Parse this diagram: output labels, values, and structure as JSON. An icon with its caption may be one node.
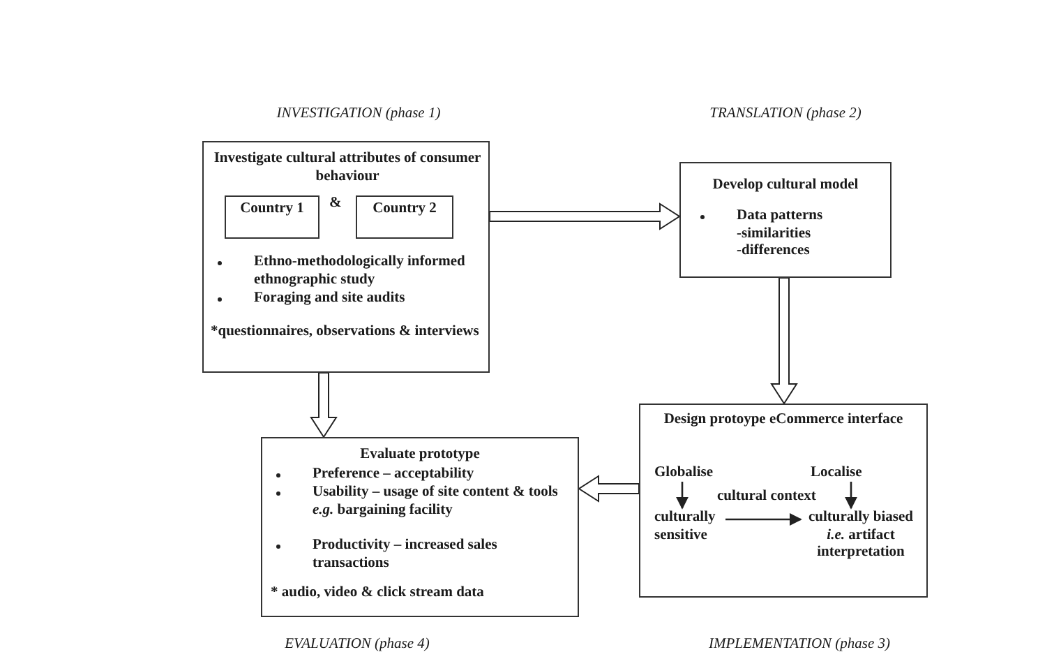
{
  "diagram": {
    "nodes": [
      {
        "text": [
          "Investigate cultural attributes of consumer behaviour",
          "&",
          "Ethno-methodologically informed ethnographic study",
          "Foraging and site audits",
          "*questionnaires, observations & interviews"
        ],
        "beside": [
          "INVESTIGATION (phase 1)"
        ]
      },
      {
        "text": [
          "Country 1"
        ],
        "in": 0
      },
      {
        "text": [
          "Country 2"
        ],
        "in": 0
      },
      {
        "text": [
          "Develop cultural  model",
          "Data patterns",
          "-similarities",
          "-differences"
        ],
        "beside": [
          "TRANSLATION (phase 2)"
        ]
      },
      {
        "text": [
          "Design protoype eCommerce interface"
        ],
        "beside": [
          "IMPLEMENTATION (phase 3)"
        ]
      },
      {
        "text": [
          "Globalise"
        ],
        "in": 4
      },
      {
        "text": [
          "culturally sensitive"
        ],
        "in": 4
      },
      {
        "text": [
          "Localise"
        ],
        "in": 4
      },
      {
        "text": [
          "culturally biased *i.e.* artifact interpretation"
        ],
        "in": 4
      },
      {
        "text": [
          "Evaluate prototype",
          "Preference – acceptability",
          "Usability – usage of site content & tools *e.g.* bargaining facility",
          "Productivity – increased sales transactions",
          "* audio, video & click stream data"
        ],
        "beside": [
          "EVALUATION (phase 4)"
        ]
      }
    ],
    "edges": [
      {
        "from": 0,
        "to": 3,
        "arrow": "to",
        "style": "thick"
      },
      {
        "from": 3,
        "to": 4,
        "arrow": "to",
        "style": "thick"
      },
      {
        "from": 4,
        "to": 9,
        "arrow": "to",
        "style": "thick"
      },
      {
        "from": 0,
        "to": 9,
        "arrow": "to",
        "style": "thick"
      },
      {
        "from": 5,
        "to": 6,
        "arrow": "to"
      },
      {
        "from": 7,
        "to": 8,
        "arrow": "to"
      },
      {
        "from": 6,
        "to": 8,
        "arrow": "to",
        "label": "cultural context"
      }
    ]
  }
}
